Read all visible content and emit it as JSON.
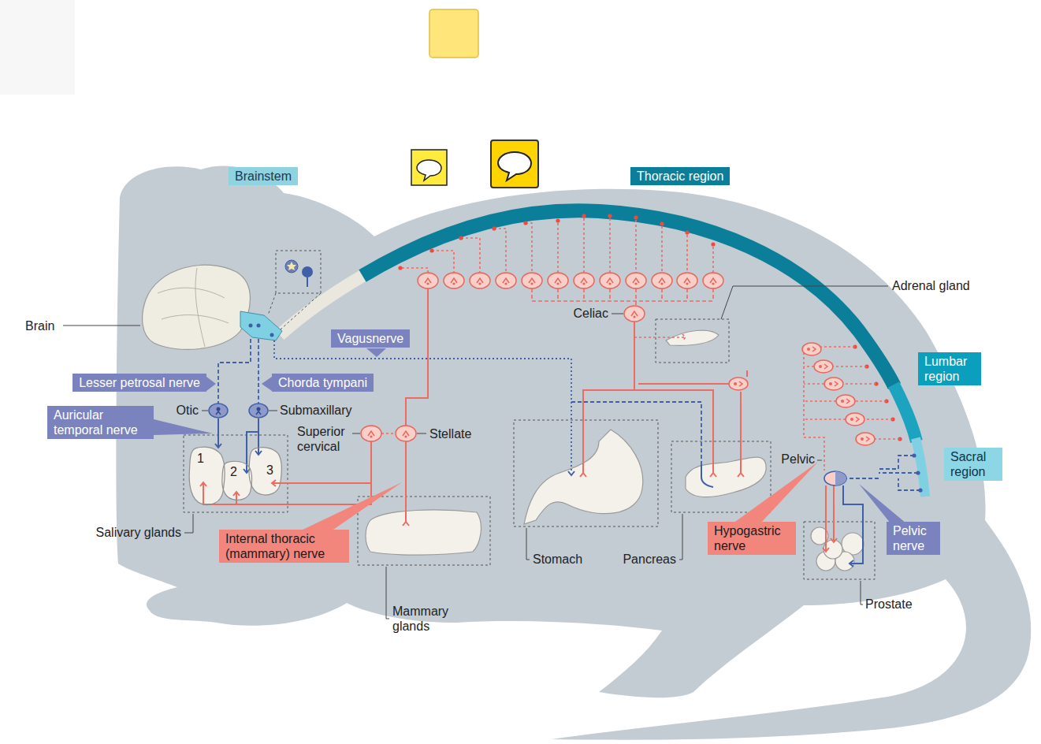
{
  "diagram": {
    "nodes": [
      {
        "text": [
          "Brainstem"
        ]
      },
      {
        "text": [
          "Thoracic region"
        ]
      },
      {
        "text": [
          "Vagusnerve"
        ]
      },
      {
        "text": [
          "Lumbar region"
        ]
      },
      {
        "text": [
          "Lesser petrosal nerve"
        ]
      },
      {
        "text": [
          "Chorda tympani"
        ]
      },
      {
        "text": [
          "Auricular temporal nerve"
        ]
      },
      {
        "text": [
          "Sacral region"
        ]
      },
      {
        "text": [
          "1"
        ]
      },
      {
        "text": [
          "2"
        ]
      },
      {
        "text": [
          "3"
        ]
      },
      {
        "text": [
          "Internal thoracic (mammary) nerve"
        ]
      },
      {
        "text": [
          "Hypogastric nerve"
        ]
      },
      {
        "text": [
          "Pelvic nerve"
        ]
      }
    ],
    "labels": [
      "Brain",
      "Otic",
      "Submaxillary",
      "Superior cervical",
      "Stellate",
      "Celiac",
      "Adrenal gland",
      "Salivary glands",
      "Mammary glands",
      "Stomach",
      "Pancreas",
      "Pelvic",
      "Prostate"
    ]
  }
}
